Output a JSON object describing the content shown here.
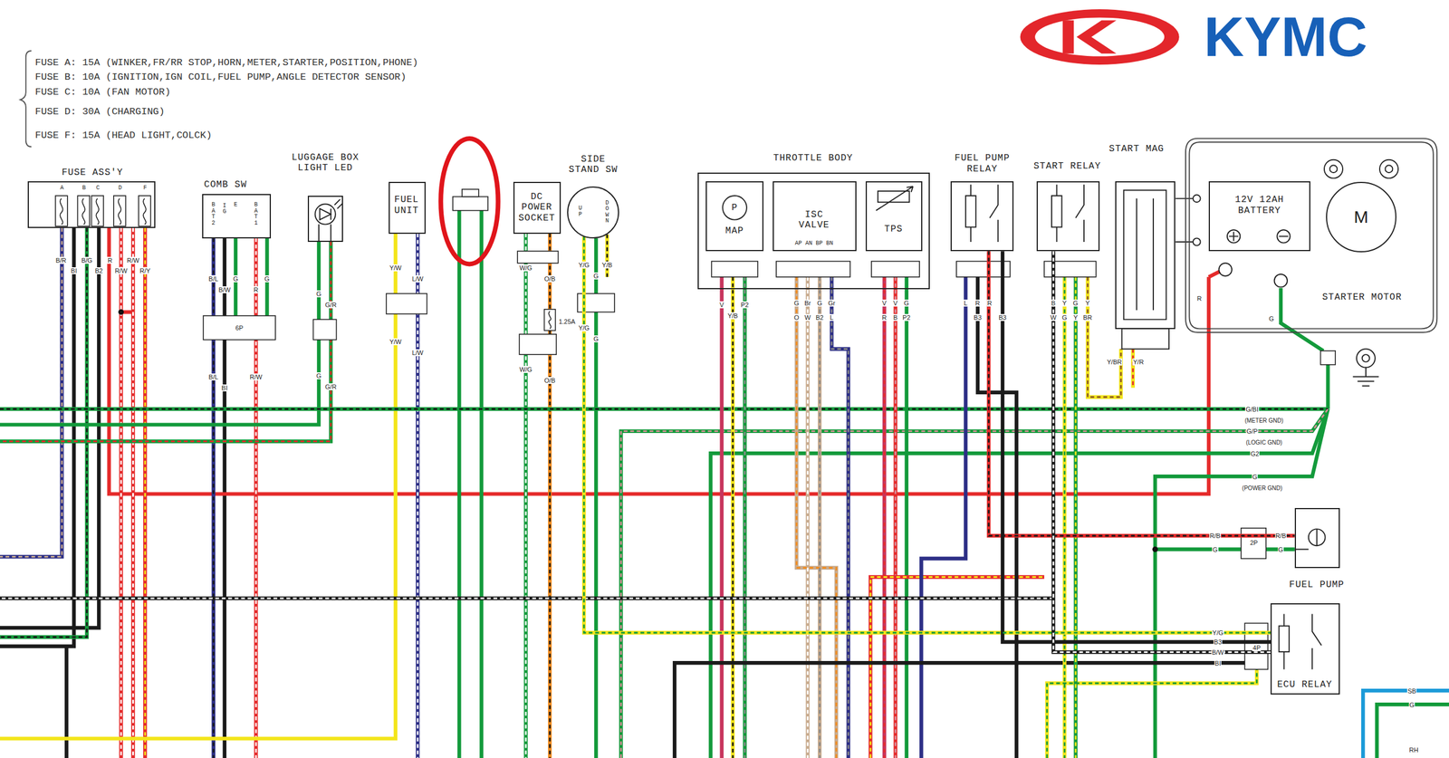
{
  "diagram": {
    "nodes": [
      {
        "text": [
          "FUSE ASS'Y",
          "A",
          "B",
          "C",
          "D",
          "F"
        ]
      },
      {
        "text": [
          "COMB SW",
          "BAT2",
          "IG",
          "E",
          "BAT1"
        ]
      },
      {
        "text": [
          "LUGGAGE BOX LIGHT LED"
        ]
      },
      {
        "text": [
          "FUEL UNIT"
        ]
      },
      {
        "text": [
          "DC POWER SOCKET"
        ]
      },
      {
        "text": [
          "SIDE STAND SW",
          "UP",
          "DOWN"
        ]
      },
      {
        "text": [
          "THROTTLE BODY"
        ]
      },
      {
        "text": [
          "P",
          "MAP"
        ],
        "in": 6
      },
      {
        "text": [
          "ISC VALVE",
          "AP AN BP BN"
        ],
        "in": 6
      },
      {
        "text": [
          "TPS"
        ],
        "in": 6
      },
      {
        "text": [
          "FUEL PUMP RELAY"
        ]
      },
      {
        "text": [
          "START RELAY"
        ]
      },
      {
        "text": [
          "START MAG"
        ]
      },
      {
        "text": [
          "12V 12AH BATTERY"
        ]
      },
      {
        "text": [
          "M",
          "STARTER MOTOR"
        ]
      },
      {
        "text": [
          "FUEL PUMP"
        ]
      },
      {
        "text": [
          "ECU RELAY"
        ]
      }
    ],
    "edges": [
      {
        "from": 10,
        "to": 15,
        "arrow": "none"
      },
      {
        "from": 5,
        "to": 16,
        "arrow": "none"
      },
      {
        "from": 10,
        "to": 16,
        "arrow": "none"
      },
      {
        "from": 11,
        "to": 16,
        "arrow": "none"
      }
    ],
    "labels": [
      "KYMC",
      "FUSE A: 15A (WINKER,FR/RR STOP,HORN,METER,STARTER,POSITION,PHONE)",
      "FUSE B: 10A (IGNITION,IGN COIL,FUEL PUMP,ANGLE DETECTOR SENSOR)",
      "FUSE C: 10A (FAN MOTOR)",
      "FUSE D: 30A (CHARGING)",
      "FUSE F: 15A (HEAD LIGHT,COLCK)",
      "B/R",
      "BI",
      "B/G",
      "B2",
      "R",
      "R/W",
      "R/W",
      "R/Y",
      "B/L",
      "B/W",
      "G",
      "R",
      "G",
      "6P",
      "B/L",
      "BI",
      "R/W",
      "G",
      "G/R",
      "G",
      "G/R",
      "Y/W",
      "L/W",
      "Y/W",
      "L/W",
      "W/G",
      "O/B",
      "1.25A",
      "W/G",
      "O/B",
      "Y/G",
      "G",
      "Y/B",
      "Y/G",
      "G",
      "V",
      "Y/B",
      "P2",
      "G",
      "Br",
      "G",
      "Gr",
      "O",
      "W",
      "B2",
      "L",
      "V",
      "V",
      "G",
      "R",
      "B",
      "P2",
      "L",
      "R",
      "R",
      "B3",
      "B3",
      "B",
      "Y",
      "G",
      "Y",
      "W",
      "G",
      "Y",
      "BR",
      "Y/BR",
      "Y/R",
      "R",
      "G",
      "G/BI",
      "(METER GND)",
      "G/P",
      "(LOGIC GND)",
      "G2",
      "G",
      "(POWER GND)",
      "R/B",
      "G",
      "2P",
      "R/B",
      "G",
      "Y/G",
      "B3",
      "B/W",
      "BI",
      "4P",
      "SB",
      "G",
      "RH"
    ]
  }
}
